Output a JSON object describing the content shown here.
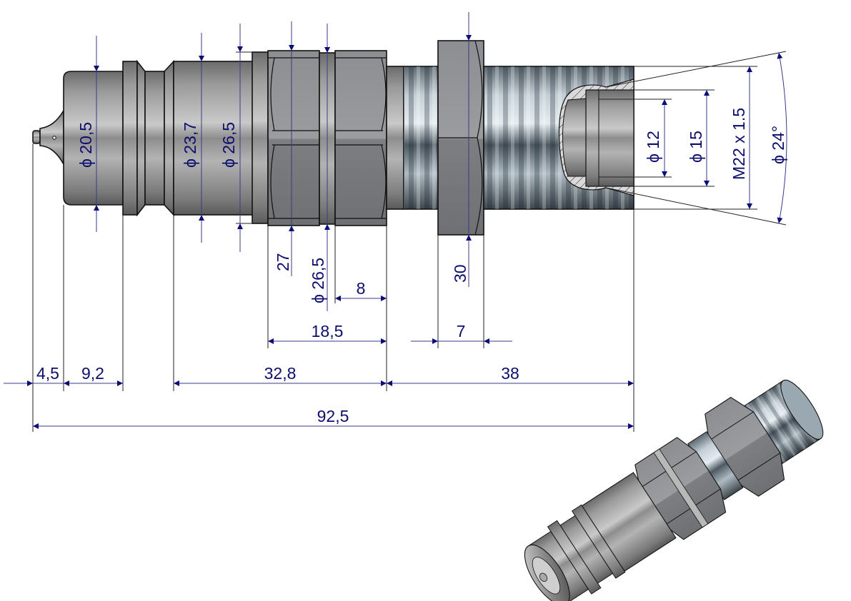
{
  "drawing": {
    "title": "Hydraulic quick coupling plug with bulkhead male thread M22 x 1.5",
    "units": "mm",
    "colors": {
      "dimension": "#0d0d6e",
      "body_steel": "#8f8f8f",
      "hex_steel": "#8a8c8f",
      "thread_steel": "#9fb0bb"
    }
  },
  "diameters": {
    "tip_body": {
      "symbol": "ϕ",
      "value": "20,5"
    },
    "collar": {
      "symbol": "ϕ",
      "value": "23,7"
    },
    "shoulder": {
      "symbol": "ϕ",
      "value": "26,5"
    },
    "groove": {
      "symbol": "ϕ",
      "value": "26,5"
    },
    "bore_inner": {
      "symbol": "ϕ",
      "value": "12"
    },
    "bore_outer": {
      "symbol": "ϕ",
      "value": "15"
    },
    "cone": {
      "symbol": "ϕ",
      "value": "24°"
    }
  },
  "thread": {
    "label": "M22 x 1.5"
  },
  "hex_sizes": {
    "body_hex": "27",
    "lock_nut": "30"
  },
  "lengths": {
    "tip": "4,5",
    "nose": "9,2",
    "body": "32,8",
    "thread_length": "38",
    "overall": "92,5",
    "hex_block": "18,5",
    "hex_end": "8",
    "nut_width": "7"
  },
  "views": {
    "side_view": "Side elevation with partial section",
    "iso_view": "Isometric 3D view"
  }
}
